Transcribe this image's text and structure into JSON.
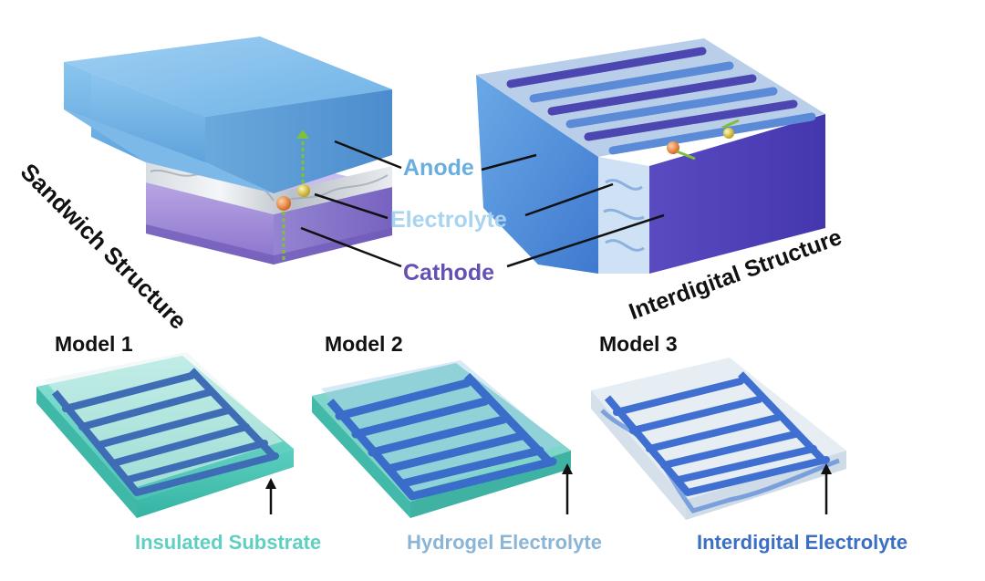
{
  "labels": {
    "anode": "Anode",
    "electrolyte": "Electrolyte",
    "cathode": "Cathode",
    "sandwich_structure": "Sandwich Structure",
    "interdigital_structure": "Interdigital Structure"
  },
  "models": [
    {
      "title": "Model 1",
      "caption": "Insulated Substrate"
    },
    {
      "title": "Model 2",
      "caption": "Hydrogel Electrolyte"
    },
    {
      "title": "Model 3",
      "caption": "Interdigital Electrolyte"
    }
  ],
  "colors": {
    "anode": "#6aaee0",
    "electrolyte": "#a9d4ef",
    "cathode": "#6650b3",
    "substrate": "#5fcfc1",
    "hydrogel": "#8ab5d6",
    "interdigital": "#3c6fc4",
    "electrode_blue": "#3f6ed0",
    "ion_orange": "#e2762a",
    "ion_yellow": "#d9b820",
    "arrow_green": "#7fbf3a"
  }
}
